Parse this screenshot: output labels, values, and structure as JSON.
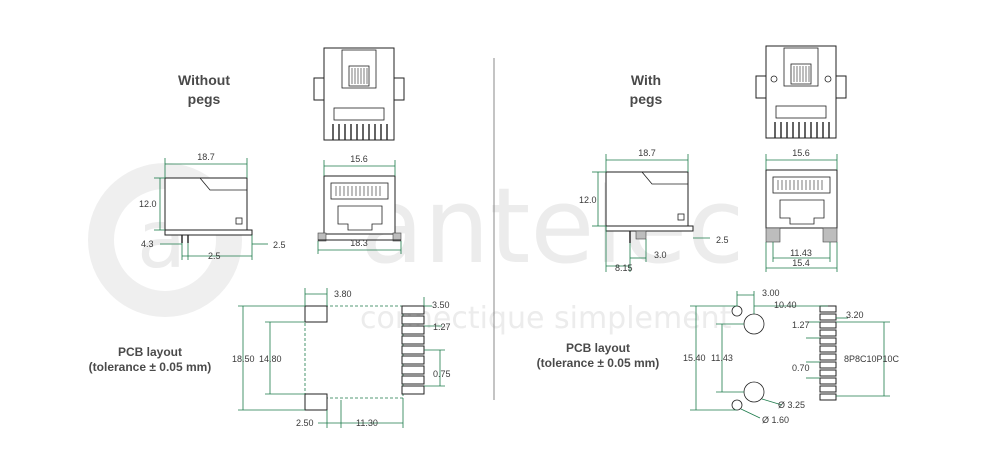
{
  "watermark": {
    "logo_letter": "a",
    "brand": "antelec",
    "tagline": "connectique simplement"
  },
  "left": {
    "heading_line1": "Without",
    "heading_line2": "pegs",
    "pcb_label_line1": "PCB layout",
    "pcb_label_line2": "(tolerance ± 0.05 mm)",
    "side_view": {
      "width": "18.7",
      "height": "12.0",
      "left_offset": "4.3",
      "pin_pitch": "2.5",
      "right_offset": "2.5"
    },
    "front_view": {
      "width_top": "15.6",
      "width_bottom": "18.3"
    },
    "pcb": {
      "d1": "3.80",
      "d2": "3.50",
      "d3": "1.27",
      "d4": "0.75",
      "h1": "18.50",
      "h2": "14.80",
      "b1": "2.50",
      "b2": "11.30"
    }
  },
  "right": {
    "heading_line1": "With",
    "heading_line2": "pegs",
    "pcb_label_line1": "PCB layout",
    "pcb_label_line2": "(tolerance ± 0.05 mm)",
    "side_view": {
      "width": "18.7",
      "height": "12.0",
      "peg_offset": "8.15",
      "peg_span": "3.0",
      "right_offset": "2.5"
    },
    "front_view": {
      "width_top": "15.6",
      "peg_span": "11.43",
      "width_bottom": "15.4"
    },
    "pcb": {
      "d1": "3.00",
      "d2": "10.40",
      "d3": "3.20",
      "d4": "1.27",
      "d5": "0.70",
      "h1": "15.40",
      "h2": "11.43",
      "hole_large": "Ø 3.25",
      "hole_small": "Ø 1.60",
      "part_code": "8P8C10P10C"
    }
  }
}
